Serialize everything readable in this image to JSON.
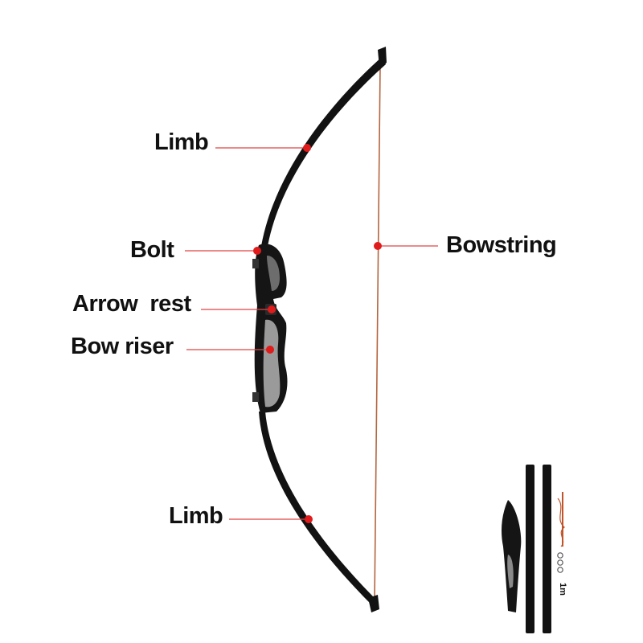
{
  "diagram": {
    "labels": {
      "limb_top": "Limb",
      "bolt": "Bolt",
      "arrow_rest": "Arrow  rest",
      "bow_riser": "Bow riser",
      "limb_bottom": "Limb",
      "bowstring": "Bowstring"
    },
    "kit_inset": {
      "scale_mark": "1m"
    },
    "colors": {
      "marker": "#e01b1b",
      "leader_line": "#e04545",
      "bow_body": "#121212",
      "riser_grip": "#9a9a9a",
      "string": "#b4653f",
      "label_text": "#111111"
    }
  }
}
